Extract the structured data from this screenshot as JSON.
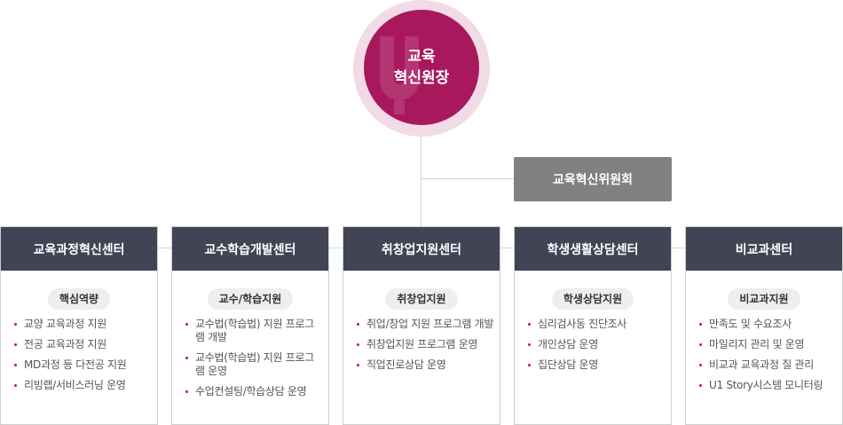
{
  "top": {
    "title_line1": "교육",
    "title_line2": "혁신원장"
  },
  "committee": {
    "label": "교육혁신위원회"
  },
  "centers": [
    {
      "name": "교육과정혁신센터",
      "tag": "핵심역량",
      "items": [
        "교양 교육과정 지원",
        "전공 교육과정 지원",
        "MD과정 등 다전공 지원",
        "리빙랩/서비스러닝 운영"
      ]
    },
    {
      "name": "교수학습개발센터",
      "tag": "교수/학습지원",
      "items": [
        "교수법(학습법) 지원 프로그램 개발",
        "교수법(학습법) 지원 프로그램 운영",
        "수업컨설팅/학습상담 운영"
      ]
    },
    {
      "name": "취창업지원센터",
      "tag": "취창업지원",
      "items": [
        "취업/창업 지원 프로그램 개발",
        "취창업지원 프로그램 운영",
        "직업진로상담 운영"
      ]
    },
    {
      "name": "학생생활상담센터",
      "tag": "학생상담지원",
      "items": [
        "심리검사동 진단조사",
        "개인상담 운영",
        "집단상담 운영"
      ]
    },
    {
      "name": "비교과센터",
      "tag": "비교과지원",
      "items": [
        "만족도 및 수요조사",
        "마일리지 관리 및 운영",
        "비교과 교육과정 질 관리",
        "U1 Story시스템 모니터링"
      ]
    }
  ],
  "colors": {
    "accent": "#a8185c",
    "accent_ring": "#f1dbe6",
    "header_dark": "#414454",
    "committee_gray": "#818181",
    "bullet": "#c2185b"
  }
}
